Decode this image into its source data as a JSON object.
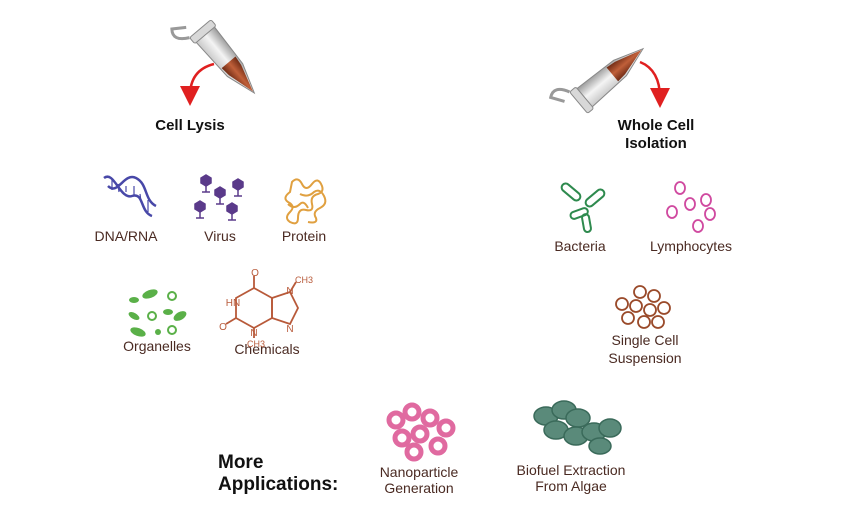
{
  "headings": {
    "cell_lysis": "Cell Lysis",
    "whole_cell_line1": "Whole Cell",
    "whole_cell_line2": "Isolation"
  },
  "lysis_items": {
    "dna": "DNA/RNA",
    "virus": "Virus",
    "protein": "Protein",
    "organelles": "Organelles",
    "chemicals": "Chemicals"
  },
  "isolation_items": {
    "bacteria": "Bacteria",
    "lymphocytes": "Lymphocytes",
    "single_cell_line1": "Single Cell",
    "single_cell_line2": "Suspension"
  },
  "more": {
    "line1": "More",
    "line2": "Applications:",
    "nanoparticle_line1": "Nanoparticle",
    "nanoparticle_line2": "Generation",
    "biofuel_line1": "Biofuel Extraction",
    "biofuel_line2": "From Algae"
  },
  "chemical_atoms": {
    "n_left": "HN",
    "o_top": "O",
    "o_left": "O",
    "n_bottom": "N",
    "ch3_bottom": "CH3",
    "n_right_top": "N",
    "n_right_bottom": "N",
    "ch3_top": "CH3"
  },
  "colors": {
    "arrow": "#e02020",
    "tube_liquid": "#9b3b22",
    "dna": "#4848a8",
    "virus": "#5a3a8a",
    "protein": "#e0a040",
    "organelle": "#5ab048",
    "chemical": "#b85a3a",
    "bacteria": "#2e8a4e",
    "lymphocyte": "#d04aa0",
    "single_cell": "#9a4a2a",
    "nanoparticle": "#e06aa0",
    "algae": "#4a7a6a"
  }
}
